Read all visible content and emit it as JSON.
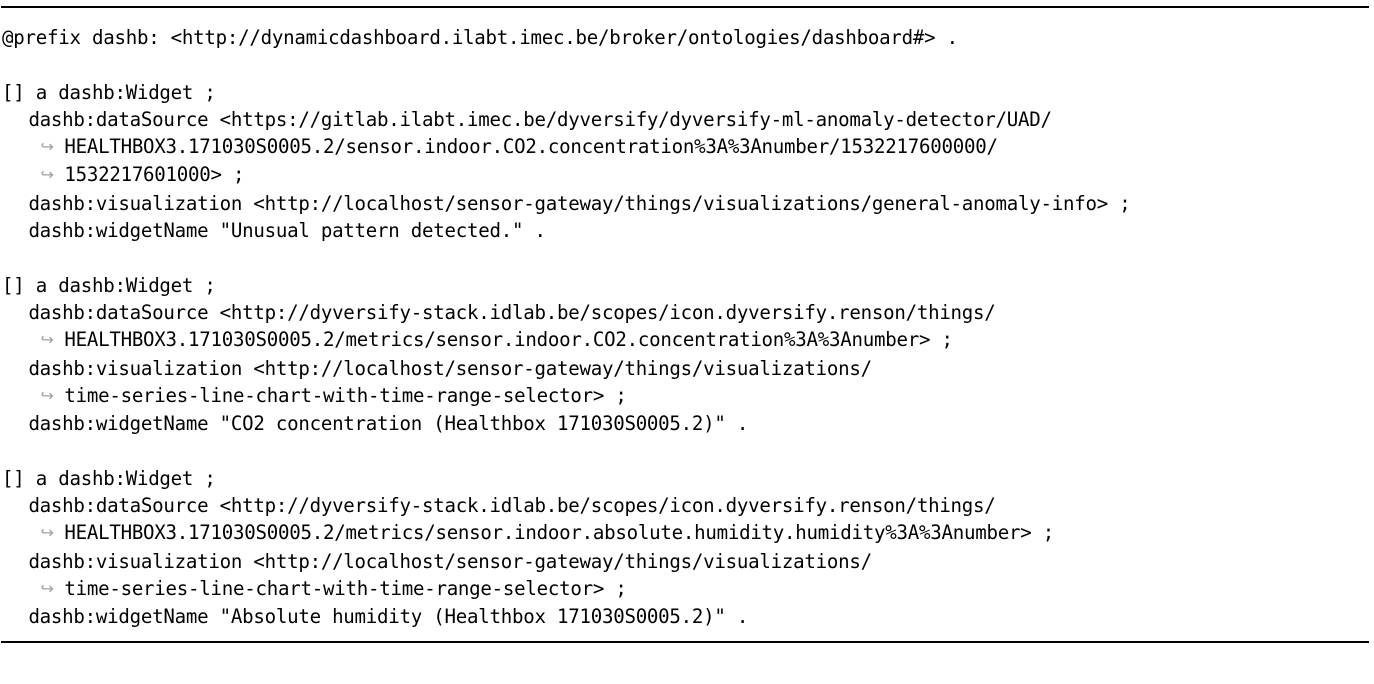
{
  "document": {
    "kind": "turtle-code-listing",
    "rule_color": "#000000",
    "text_color": "#000000",
    "continuation_arrow_color": "#a0a0a0",
    "continuation_arrow_glyph": "↪",
    "background": "#ffffff"
  },
  "lines": [
    {
      "id": "l01",
      "indent": 0,
      "continuation": false,
      "text": "@prefix dashb: <http://dynamicdashboard.ilabt.imec.be/broker/ontologies/dashboard#> ."
    },
    {
      "id": "l02",
      "blank": true,
      "text": ""
    },
    {
      "id": "l03",
      "indent": 0,
      "continuation": false,
      "text": "[] a dashb:Widget ;"
    },
    {
      "id": "l04",
      "indent": 1,
      "continuation": false,
      "text": "dashb:dataSource <https://gitlab.ilabt.imec.be/dyversify/dyversify-ml-anomaly-detector/UAD/"
    },
    {
      "id": "l05",
      "indent": 2,
      "continuation": true,
      "text": "HEALTHBOX3.171030S0005.2/sensor.indoor.CO2.concentration%3A%3Anumber/1532217600000/"
    },
    {
      "id": "l06",
      "indent": 2,
      "continuation": true,
      "text": "1532217601000> ;"
    },
    {
      "id": "l07",
      "indent": 1,
      "continuation": false,
      "text": "dashb:visualization <http://localhost/sensor-gateway/things/visualizations/general-anomaly-info> ;"
    },
    {
      "id": "l08",
      "indent": 1,
      "continuation": false,
      "text": "dashb:widgetName \"Unusual pattern detected.\" ."
    },
    {
      "id": "l09",
      "blank": true,
      "text": ""
    },
    {
      "id": "l10",
      "indent": 0,
      "continuation": false,
      "text": "[] a dashb:Widget ;"
    },
    {
      "id": "l11",
      "indent": 1,
      "continuation": false,
      "text": "dashb:dataSource <http://dyversify-stack.idlab.be/scopes/icon.dyversify.renson/things/"
    },
    {
      "id": "l12",
      "indent": 2,
      "continuation": true,
      "text": "HEALTHBOX3.171030S0005.2/metrics/sensor.indoor.CO2.concentration%3A%3Anumber> ;"
    },
    {
      "id": "l13",
      "indent": 1,
      "continuation": false,
      "text": "dashb:visualization <http://localhost/sensor-gateway/things/visualizations/"
    },
    {
      "id": "l14",
      "indent": 2,
      "continuation": true,
      "text": "time-series-line-chart-with-time-range-selector> ;"
    },
    {
      "id": "l15",
      "indent": 1,
      "continuation": false,
      "text": "dashb:widgetName \"CO2 concentration (Healthbox 171030S0005.2)\" ."
    },
    {
      "id": "l16",
      "blank": true,
      "text": ""
    },
    {
      "id": "l17",
      "indent": 0,
      "continuation": false,
      "text": "[] a dashb:Widget ;"
    },
    {
      "id": "l18",
      "indent": 1,
      "continuation": false,
      "text": "dashb:dataSource <http://dyversify-stack.idlab.be/scopes/icon.dyversify.renson/things/"
    },
    {
      "id": "l19",
      "indent": 2,
      "continuation": true,
      "text": "HEALTHBOX3.171030S0005.2/metrics/sensor.indoor.absolute.humidity.humidity%3A%3Anumber> ;"
    },
    {
      "id": "l20",
      "indent": 1,
      "continuation": false,
      "text": "dashb:visualization <http://localhost/sensor-gateway/things/visualizations/"
    },
    {
      "id": "l21",
      "indent": 2,
      "continuation": true,
      "text": "time-series-line-chart-with-time-range-selector> ;"
    },
    {
      "id": "l22",
      "indent": 1,
      "continuation": false,
      "text": "dashb:widgetName \"Absolute humidity (Healthbox 171030S0005.2)\" ."
    }
  ]
}
